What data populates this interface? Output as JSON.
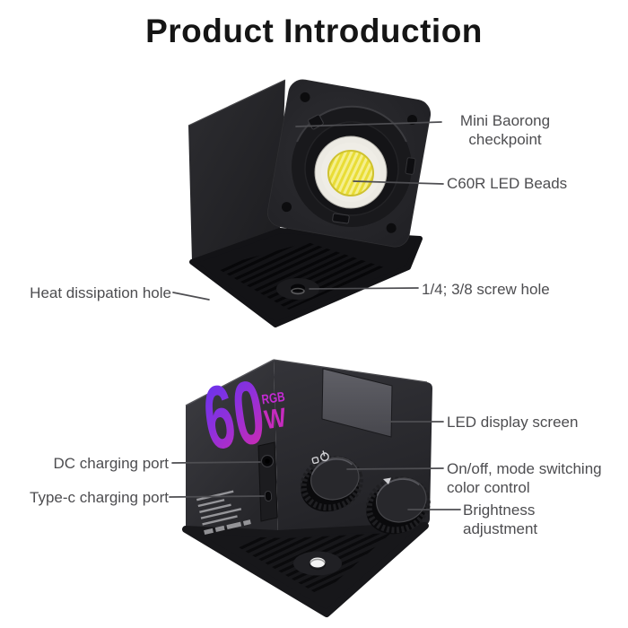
{
  "page": {
    "title": "Product Introduction"
  },
  "device": {
    "wattage": "60",
    "wattage_unit": "W",
    "color_mode_badge": "RGB"
  },
  "labels": {
    "mini_baorong": "Mini Baorong\ncheckpoint",
    "c60r_led_beads": "C60R LED Beads",
    "heat_dissipation": "Heat dissipation hole",
    "screw_hole": "1/4; 3/8 screw hole",
    "led_display": "LED display screen",
    "dc_port": "DC charging port",
    "type_c_port": "Type-c charging port",
    "on_off_mode": "On/off, mode switching\ncolor control",
    "brightness": "Brightness\nadjustment"
  },
  "colors": {
    "background": "#ffffff",
    "title_text": "#151515",
    "label_text": "#4d4d50",
    "leader_line": "#4e4e52",
    "cube_body": "#2a2a2e",
    "led_cob_yellow": "#e9dd36",
    "led_ring_white": "#eceae3",
    "wattage_gradient_start": "#5a35f2",
    "wattage_gradient_end": "#c62bb6",
    "rgb_badge": "#c32ad2"
  },
  "icons": {
    "knob1": "power-mode-icon",
    "knob2": "brightness-arrow-icon",
    "bottom_left_marks": "certification-marks"
  }
}
